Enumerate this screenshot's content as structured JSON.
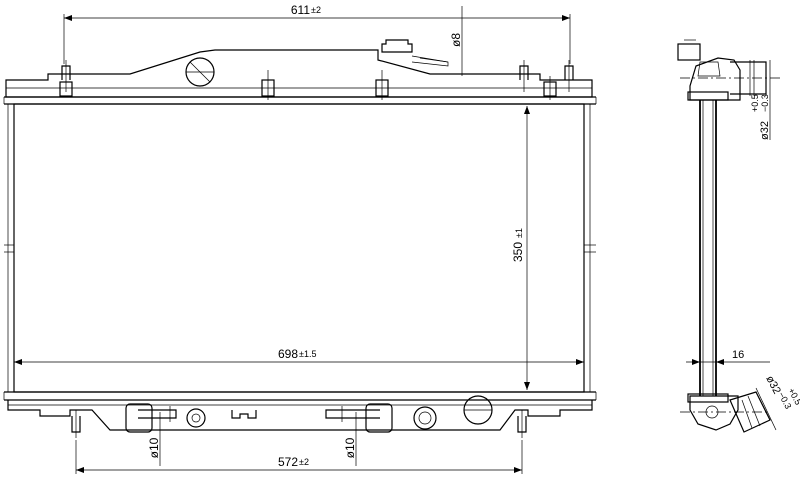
{
  "dimensions": {
    "top_width": {
      "value": "611",
      "tolerance": "±2"
    },
    "height": {
      "value": "350",
      "tolerance": "±1"
    },
    "core_width": {
      "value": "698",
      "tolerance": "±1.5"
    },
    "bottom_width": {
      "value": "572",
      "tolerance": "±2"
    },
    "cap_hole": {
      "value": "ø8"
    },
    "left_fitting": {
      "value": "ø10"
    },
    "right_fitting": {
      "value": "ø10"
    },
    "core_depth": {
      "value": "16"
    },
    "upper_pipe": {
      "value": "ø32",
      "tol_plus": "+0.5",
      "tol_minus": "−0.3"
    },
    "lower_pipe": {
      "value": "ø32",
      "tol_plus": "+0.5",
      "tol_minus": "−0.3"
    }
  }
}
